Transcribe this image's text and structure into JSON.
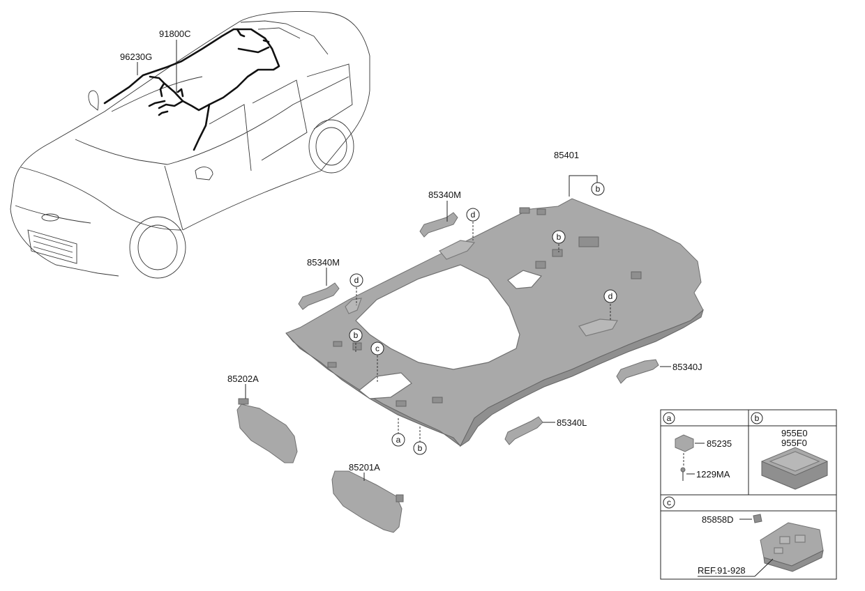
{
  "labels": {
    "wiring_main": "91800C",
    "wiring_roof": "96230G",
    "headlining": "85401",
    "grip_rear_left": "85340M",
    "grip_front_left": "85340M",
    "grip_right_rear": "85340J",
    "grip_right_front": "85340L",
    "sunvisor_left": "85202A",
    "sunvisor_right": "85201A"
  },
  "callouts": {
    "a": "a",
    "b": "b",
    "c": "c",
    "d": "d"
  },
  "legend": {
    "a_header": "a",
    "b_header": "b",
    "c_header": "c",
    "a_part1": "85235",
    "a_part2": "1229MA",
    "b_part1": "955E0",
    "b_part2": "955F0",
    "c_part1": "85858D",
    "c_ref": "REF.91-928"
  }
}
